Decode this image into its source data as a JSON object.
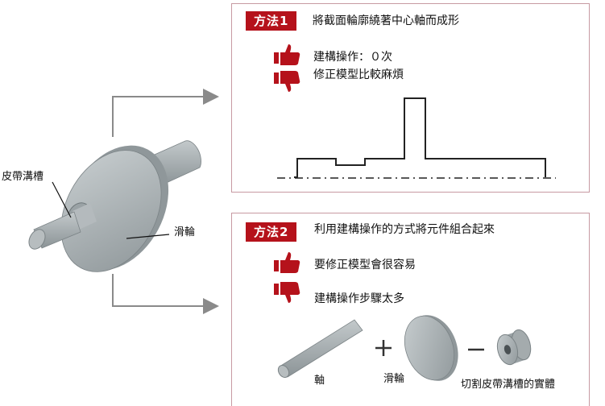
{
  "left": {
    "label_belt_groove": "皮帶溝槽",
    "label_pulley": "滑輪"
  },
  "method1": {
    "badge": "方法1",
    "title": "將截面輪廓繞著中心軸而成形",
    "pro": "建構操作：０次",
    "con": "修正模型比較麻煩"
  },
  "method2": {
    "badge": "方法2",
    "title": "利用建構操作的方式將元件組合起來",
    "pro": "要修正模型會很容易",
    "con": "建構操作步驟太多",
    "label_shaft": "軸",
    "label_pulley": "滑輪",
    "label_cut": "切割皮帶溝槽的實體",
    "plus": "+",
    "minus": "−"
  },
  "colors": {
    "accent": "#b5121b",
    "panel_border": "#c79aa2",
    "part_fill": "#a9b0b2"
  }
}
